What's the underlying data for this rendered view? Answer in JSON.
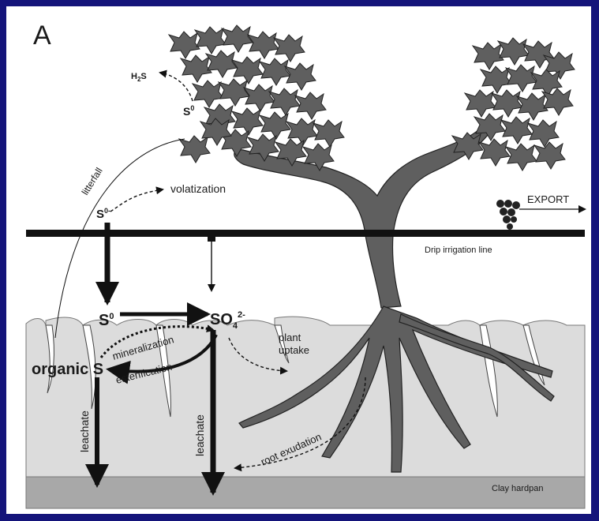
{
  "panel_label": "A",
  "labels": {
    "h2s": "H",
    "h2s_sub": "2",
    "h2s_tail": "S",
    "s0_leaf": "S",
    "s0_leaf_sup": "0",
    "litterfall": "litterfall",
    "s0_volat": "S",
    "s0_volat_sup": "0-",
    "volatization": "volatization",
    "export": "EXPORT",
    "drip_irrigation": "Drip irrigation line",
    "s0_soil": "S",
    "s0_soil_sup": "0",
    "so4": "SO",
    "so4_sub": "4",
    "so4_sup": "2-",
    "mineralization": "mineralization",
    "organic_s": "organic S",
    "esterification": "esterification",
    "plant_uptake_1": "plant",
    "plant_uptake_2": "uptake",
    "leachate_left": "leachate",
    "leachate_right": "leachate",
    "root_exudation": "root exudation",
    "clay_hardpan": "Clay hardpan"
  },
  "colors": {
    "background": "#14147a",
    "panel": "#ffffff",
    "soil": "#dcdcdc",
    "hardpan": "#a8a8a8",
    "vine": "#5f5f5f",
    "ink": "#111111"
  }
}
